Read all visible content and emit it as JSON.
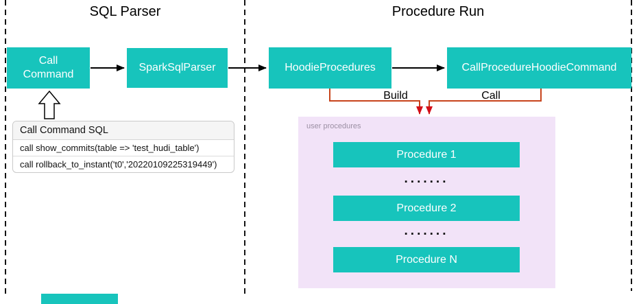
{
  "titles": {
    "left": "SQL Parser",
    "right": "Procedure Run"
  },
  "nodes": {
    "call_command": "Call Command",
    "spark_sql_parser": "SparkSqlParser",
    "hoodie_procedures": "HoodieProcedures",
    "call_procedure_hoodie_command": "CallProcedureHoodieCommand"
  },
  "sql_box": {
    "header": "Call Command SQL",
    "rows": [
      "call show_commits(table => 'test_hudi_table')",
      "call rollback_to_instant('t0','20220109225319449')"
    ]
  },
  "labels": {
    "build": "Build",
    "call": "Call"
  },
  "user_procedures": {
    "label": "user procedures",
    "items": [
      "Procedure 1",
      "Procedure 2",
      "Procedure N"
    ],
    "dots": "......."
  },
  "colors": {
    "teal": "#17C4BC",
    "purple": "#F2E3F8",
    "orange_line": "#C7431B",
    "red_arrow": "#D30E18"
  }
}
